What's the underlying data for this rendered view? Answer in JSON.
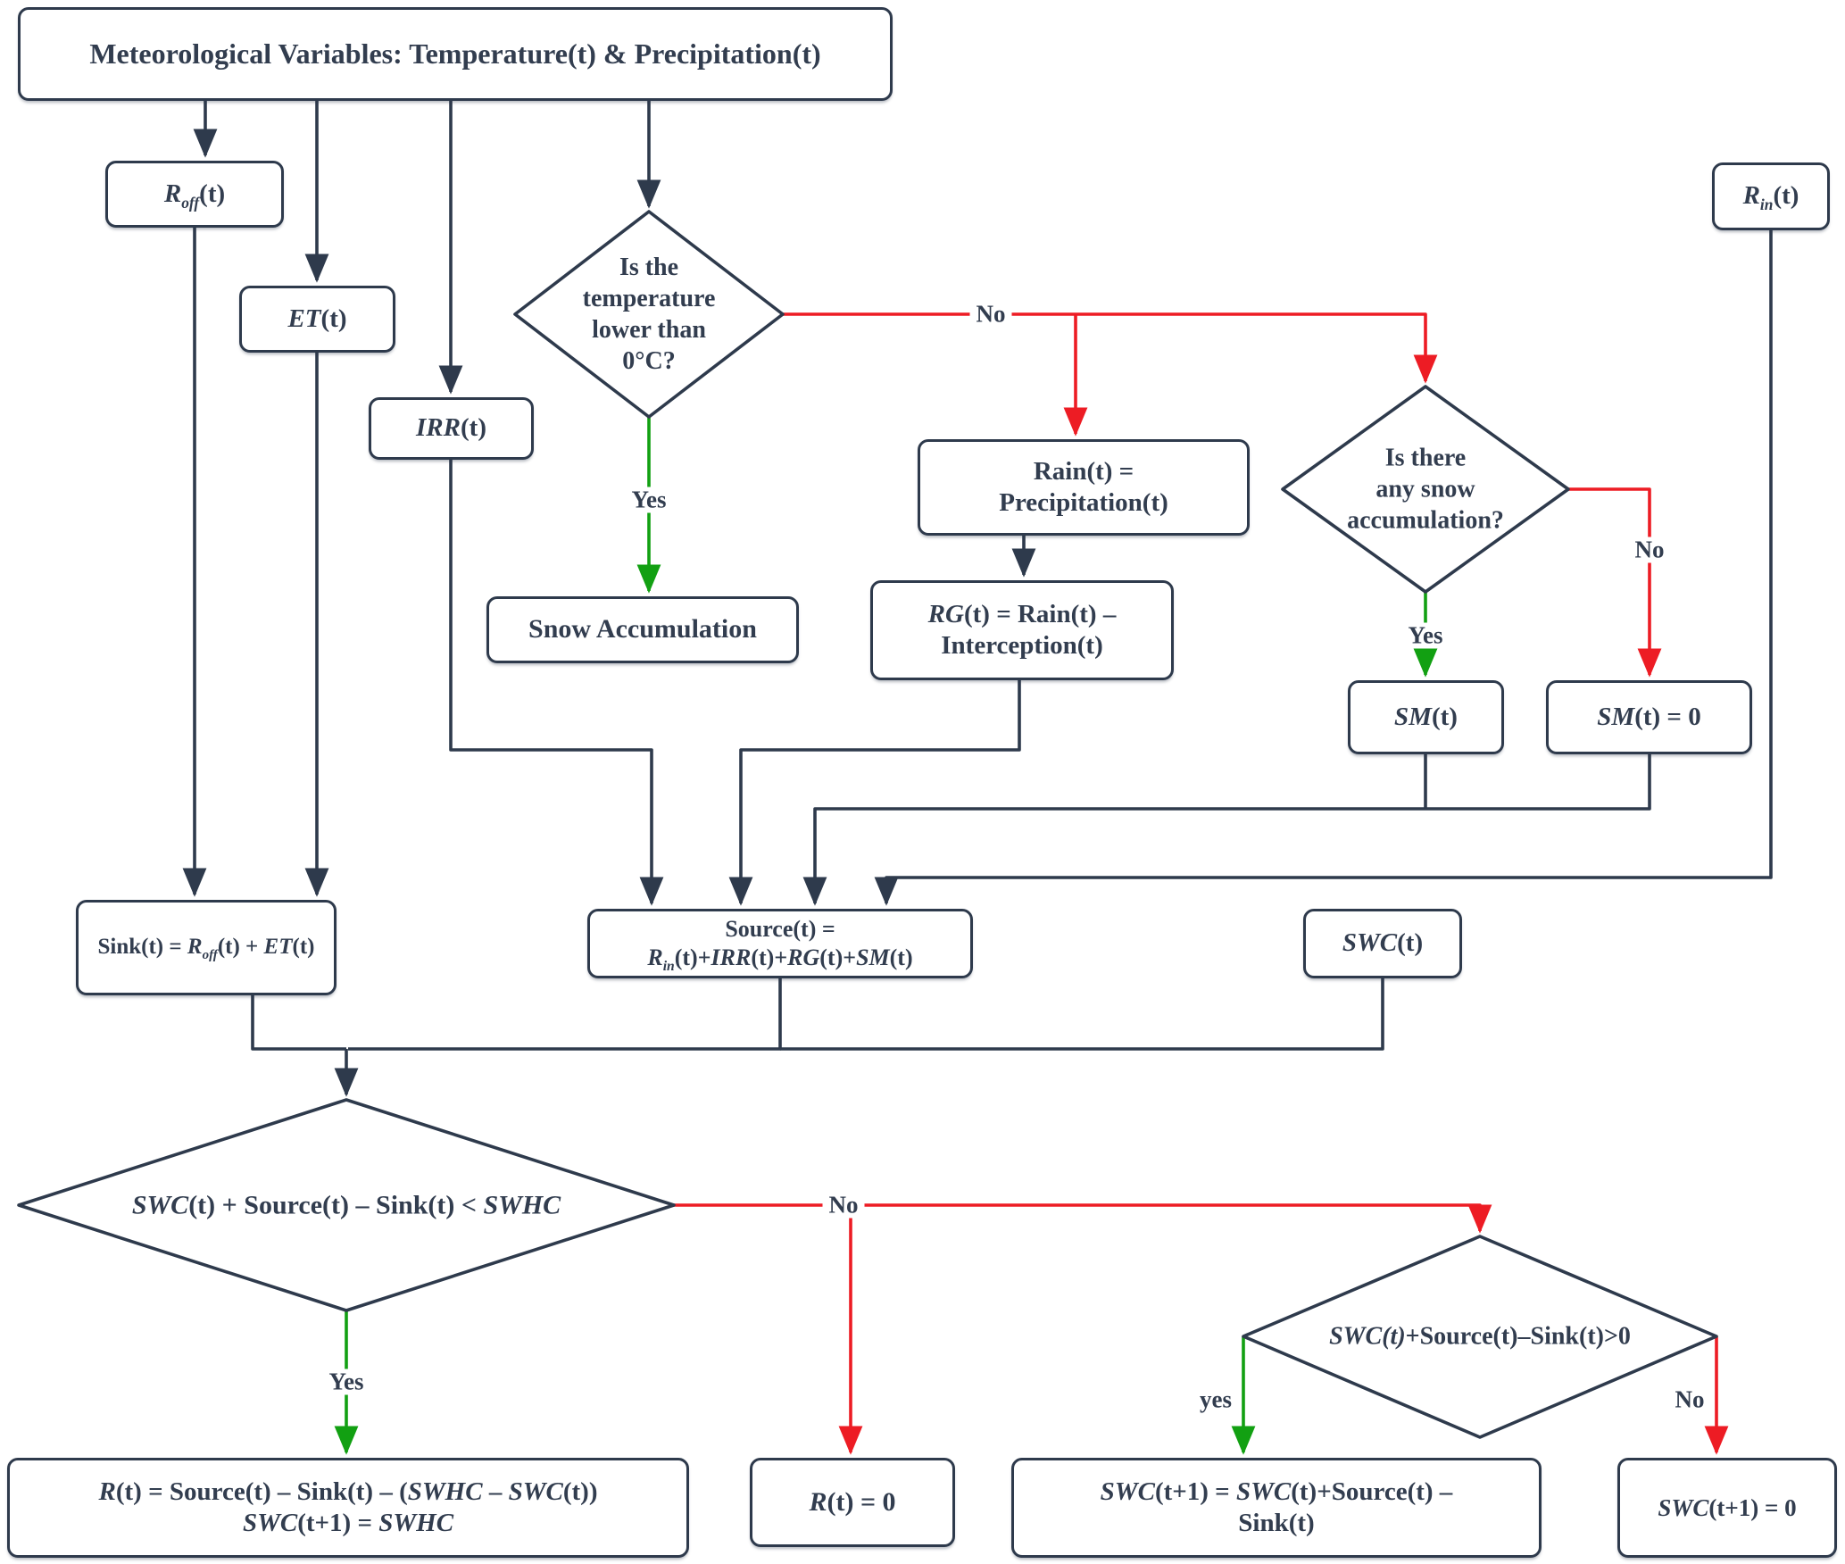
{
  "meta": {
    "diagram_type": "flowchart",
    "topic": "Soil water balance model driven by meteorological variables"
  },
  "colors": {
    "line_dark": "#2e3a4c",
    "branch_no_red": "#ed1c24",
    "branch_yes_green": "#12a012",
    "text": "#323d4f",
    "background": "#ffffff"
  },
  "nodes": {
    "title": {
      "label": "Meteorological Variables: Temperature(t) & Precipitation(t)"
    },
    "roff": {
      "label": "*R~off~*(t)"
    },
    "et": {
      "label": "*ET*(t)"
    },
    "irr": {
      "label": "*IRR*(t)"
    },
    "rin": {
      "label": "*R~in~*(t)"
    },
    "d1": {
      "label": "Is the\ntemperature\nlower than\n0°C?"
    },
    "rain": {
      "label": "Rain(t) =\nPrecipitation(t)"
    },
    "d2": {
      "label": "Is there\nany snow\naccumulation?"
    },
    "snowacc": {
      "label": "Snow Accumulation"
    },
    "rg": {
      "label": "*RG*(t) = Rain(t) –\nInterception(t)"
    },
    "sm": {
      "label": "*SM*(t)"
    },
    "sm0": {
      "label": "*SM*(t) = 0"
    },
    "sink": {
      "label": "Sink(t) = *R~off~*(t) + *ET*(t)"
    },
    "source": {
      "label": "Source(t) = *R~in~*(t)+*IRR*(t)+*RG*(t)+*SM*(t)"
    },
    "swc": {
      "label": "*SWC*(t)"
    },
    "d3": {
      "label": "*SWC*(t) + Source(t) – Sink(t) < *SWHC*"
    },
    "rbox": {
      "label": "*R*(t) = Source(t) – Sink(t) – (*SWHC* – *SWC*(t))\n*SWC*(t+1) = *SWHC*"
    },
    "r0": {
      "label": "*R*(t) = 0"
    },
    "d4": {
      "label": "*SWC(t)*+Source(t)–Sink(t)>0"
    },
    "swc1": {
      "label": "*SWC*(t+1) = *SWC*(t)+Source(t) –\nSink(t)"
    },
    "swc10": {
      "label": "*SWC*(t+1) = 0"
    }
  },
  "edge_labels": {
    "d1_yes": "Yes",
    "d1_no": "No",
    "d2_yes": "Yes",
    "d2_no": "No",
    "d3_yes": "Yes",
    "d3_no": "No",
    "d4_yes": "yes",
    "d4_no": "No"
  }
}
